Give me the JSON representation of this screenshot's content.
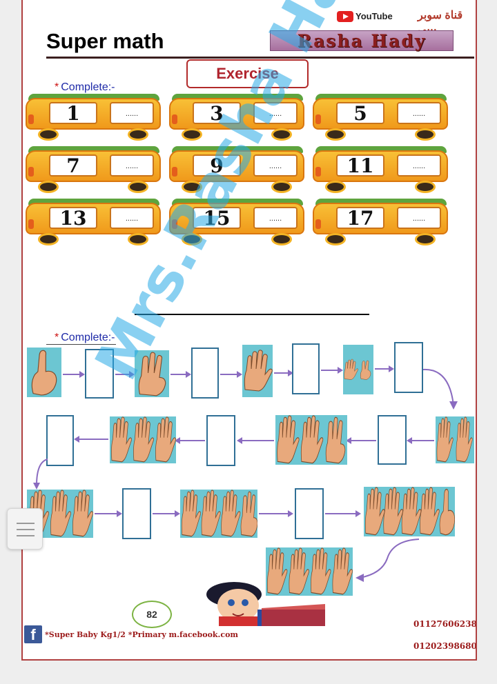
{
  "header": {
    "title": "Super math",
    "author": "Rasha Hady",
    "youtube_label": "YouTube",
    "channel_name": "قناة سوبر بيبي"
  },
  "exercise_label": "Exercise",
  "section1": {
    "instruction": "Complete:-",
    "star": "*",
    "buses": [
      {
        "number": "1",
        "blank": "......"
      },
      {
        "number": "3",
        "blank": "......"
      },
      {
        "number": "5",
        "blank": "......"
      },
      {
        "number": "7",
        "blank": "......"
      },
      {
        "number": "9",
        "blank": "......"
      },
      {
        "number": "11",
        "blank": "......"
      },
      {
        "number": "13",
        "blank": "......"
      },
      {
        "number": "15",
        "blank": "......"
      },
      {
        "number": "17",
        "blank": "......"
      }
    ]
  },
  "section2": {
    "instruction": "Complete:-",
    "star": "*",
    "hand_counts_shown": [
      1,
      3,
      5,
      7,
      11,
      13,
      15,
      17,
      19,
      20
    ]
  },
  "watermark": "Mrs.Rasha Ha",
  "footer": {
    "page_number": "82",
    "facebook_icon_letter": "f",
    "facebook_text": "*Super Baby Kg1/2 *Primary m.facebook.com",
    "phone1": "01127606238",
    "phone2": "01202398680"
  },
  "colors": {
    "border": "#b04040",
    "title_red": "#b0242e",
    "instruction_blue": "#1e2aa8",
    "bus_yellow": "#f8c036",
    "hand_bg": "#6cc6d2",
    "arrow_purple": "#8a6bc0"
  }
}
